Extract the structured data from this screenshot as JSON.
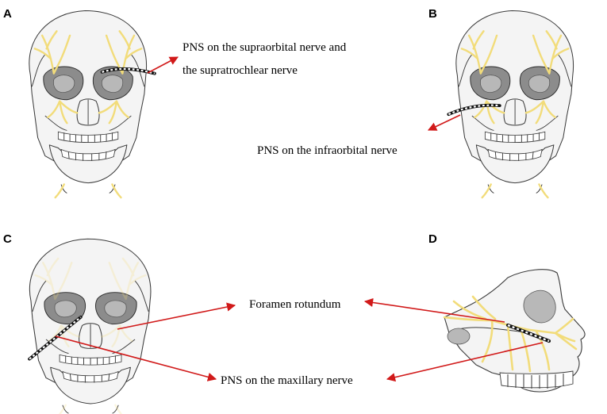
{
  "panels": [
    {
      "letter": "A",
      "annotation_line1": "PNS on the supraorbital nerve  and",
      "annotation_line2": "the supratrochlear nerve"
    },
    {
      "letter": "B",
      "annotation": "PNS on the infraorbital nerve"
    },
    {
      "letter": "C"
    },
    {
      "letter": "D"
    }
  ],
  "shared_labels": {
    "foramen": "Foramen rotundum",
    "maxillary": "PNS on the maxillary nerve"
  },
  "colors": {
    "arrow": "#d11a1a",
    "nerve": "#f2dc7a",
    "bone_outline": "#3a3a3a",
    "orbit_shade": "#8c8c8c"
  }
}
